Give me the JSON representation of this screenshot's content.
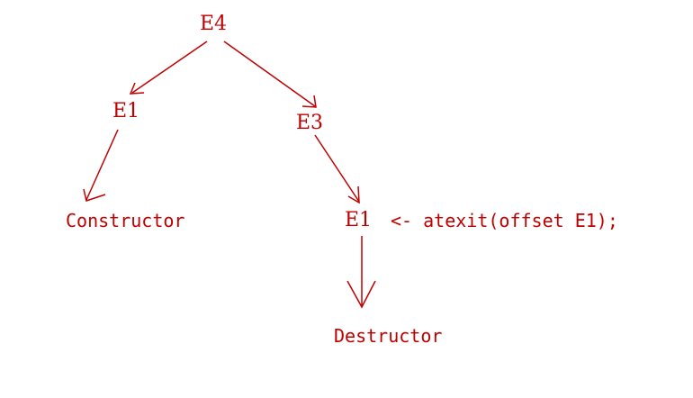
{
  "colors": {
    "ink": "#c00000"
  },
  "diagram": {
    "root": "E4",
    "left_child": "E1",
    "right_child": "E3",
    "constructor_label": "Constructor",
    "grandchild": "E1",
    "annotation": "<- atexit(offset E1);",
    "destructor_label": "Destructor"
  }
}
